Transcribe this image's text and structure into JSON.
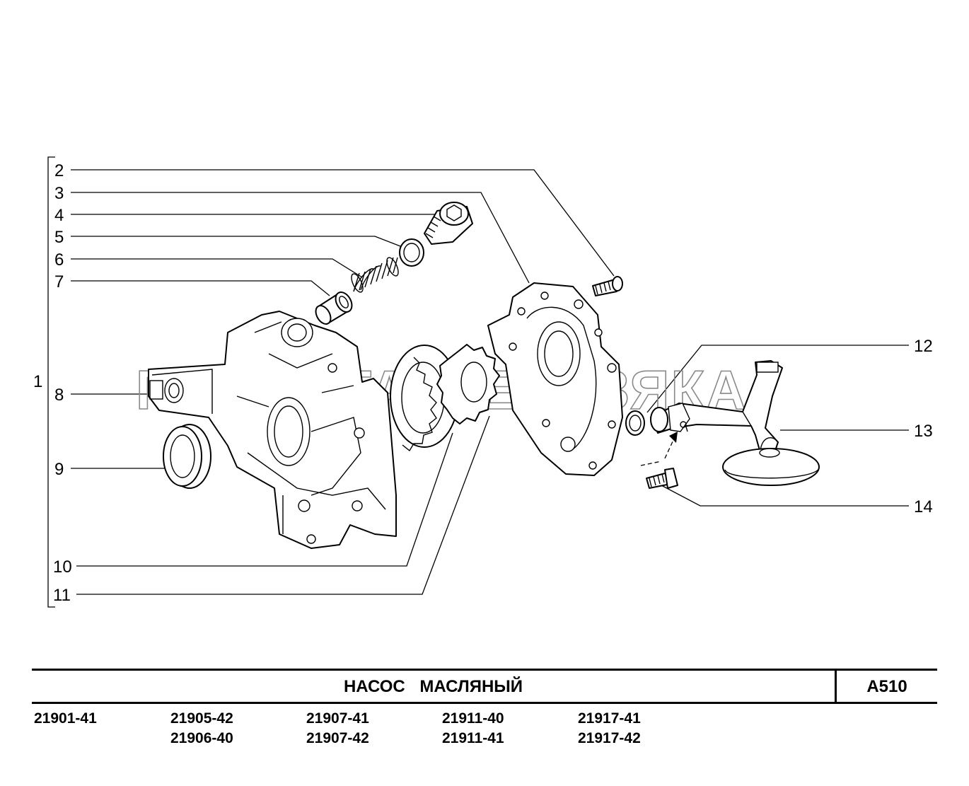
{
  "callouts": [
    {
      "id": "1",
      "label": "1"
    },
    {
      "id": "2",
      "label": "2"
    },
    {
      "id": "3",
      "label": "3"
    },
    {
      "id": "4",
      "label": "4"
    },
    {
      "id": "5",
      "label": "5"
    },
    {
      "id": "6",
      "label": "6"
    },
    {
      "id": "7",
      "label": "7"
    },
    {
      "id": "8",
      "label": "8"
    },
    {
      "id": "9",
      "label": "9"
    },
    {
      "id": "10",
      "label": "10"
    },
    {
      "id": "11",
      "label": "11"
    },
    {
      "id": "12",
      "label": "12"
    },
    {
      "id": "13",
      "label": "13"
    },
    {
      "id": "14",
      "label": "14"
    }
  ],
  "watermark": "ПЛАНЕТА ЖЕЛЕЗЯКА",
  "title_block": {
    "name": "НАСОС МАСЛЯНЫЙ",
    "code": "A510"
  },
  "models": [
    "21901-41",
    "21905-42",
    "21906-40",
    "21907-41",
    "21907-42",
    "21911-40",
    "21911-41",
    "21917-41",
    "21917-42"
  ]
}
